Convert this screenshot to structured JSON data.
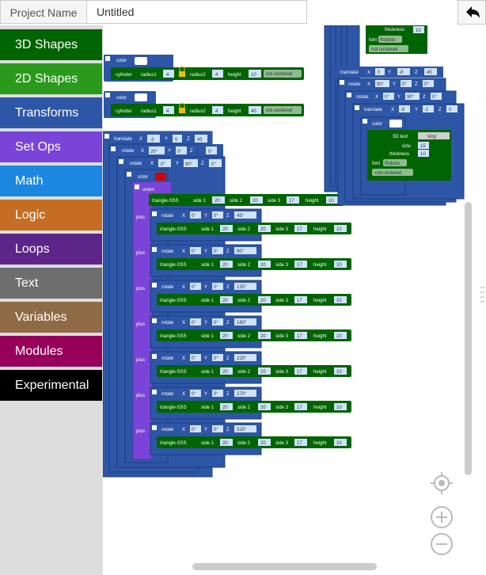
{
  "project": {
    "label": "Project Name",
    "value": "Untitled"
  },
  "toolbar": {
    "undo_icon": "undo-arrow-icon"
  },
  "categories": [
    {
      "label": "3D Shapes",
      "color": "#006400"
    },
    {
      "label": "2D Shapes",
      "color": "#2b9a1c"
    },
    {
      "label": "Transforms",
      "color": "#2d56a6"
    },
    {
      "label": "Set Ops",
      "color": "#7a44d8"
    },
    {
      "label": "Math",
      "color": "#1b87e0"
    },
    {
      "label": "Logic",
      "color": "#c56d22"
    },
    {
      "label": "Loops",
      "color": "#5d258a"
    },
    {
      "label": "Text",
      "color": "#6e6e6e"
    },
    {
      "label": "Variables",
      "color": "#8e6b45"
    },
    {
      "label": "Modules",
      "color": "#97005a"
    },
    {
      "label": "Experimental",
      "color": "#000000"
    }
  ],
  "blocks": {
    "color_label": "color",
    "cyl1": {
      "label": "cylinder",
      "r1_label": "radius1",
      "r1": "4",
      "r2_label": "radius2",
      "r2": "4",
      "h_label": "height",
      "h": "10",
      "mode": "not centered"
    },
    "cyl2": {
      "label": "cylinder",
      "r1_label": "radius1",
      "r1": "4",
      "r2_label": "radius2",
      "r2": "4",
      "h_label": "height",
      "h": "40",
      "mode": "not centered"
    },
    "translate_main": {
      "label": "translate",
      "x": "-3",
      "y": "0",
      "z": "45"
    },
    "rotate_a": {
      "label": "rotate",
      "x": "20°",
      "y": "0°",
      "z": "0°"
    },
    "rotate_b": {
      "label": "rotate",
      "x": "0°",
      "y": "90°",
      "z": "0°"
    },
    "union_label": "union",
    "plus_label": "plus",
    "triangle": {
      "label": "triangle-SSS",
      "s1_label": "side 1",
      "s1": "20",
      "s2_label": "side 2",
      "s2": "20",
      "s3_label": "side 3",
      "s3": "17",
      "h_label": "height",
      "h": "10"
    },
    "rotations": [
      {
        "x": "0°",
        "y": "0°",
        "z": "45°"
      },
      {
        "x": "0°",
        "y": "0°",
        "z": "90°"
      },
      {
        "x": "0°",
        "y": "0°",
        "z": "135°"
      },
      {
        "x": "0°",
        "y": "0°",
        "z": "180°"
      },
      {
        "x": "0°",
        "y": "0°",
        "z": "225°"
      },
      {
        "x": "0°",
        "y": "0°",
        "z": "270°"
      },
      {
        "x": "0°",
        "y": "0°",
        "z": "315°"
      }
    ],
    "right": {
      "thickness_label": "thickness",
      "thickness": "10",
      "font_label": "font",
      "font": "Roboto",
      "mode": "not centered",
      "translate": {
        "label": "translate",
        "x": "0",
        "y": "-8",
        "z": "45"
      },
      "rotate1": {
        "label": "rotate",
        "x": "90°",
        "y": "0°",
        "z": "0°"
      },
      "rotate2": {
        "label": "rotate",
        "x": "0°",
        "y": "90°",
        "z": "0°"
      },
      "translate2": {
        "label": "translate",
        "x": "-8",
        "y": "-1",
        "z": "0"
      },
      "text3d": {
        "label": "3D text",
        "value": "stop",
        "size_label": "size",
        "size": "15",
        "thickness_label": "thickness",
        "thickness": "10",
        "font_label": "font",
        "font": "Roboto",
        "mode": "not centered"
      }
    }
  },
  "controls": {
    "recenter": "target-icon",
    "zoom_in": "zoom-in-icon",
    "zoom_out": "zoom-out-icon"
  }
}
